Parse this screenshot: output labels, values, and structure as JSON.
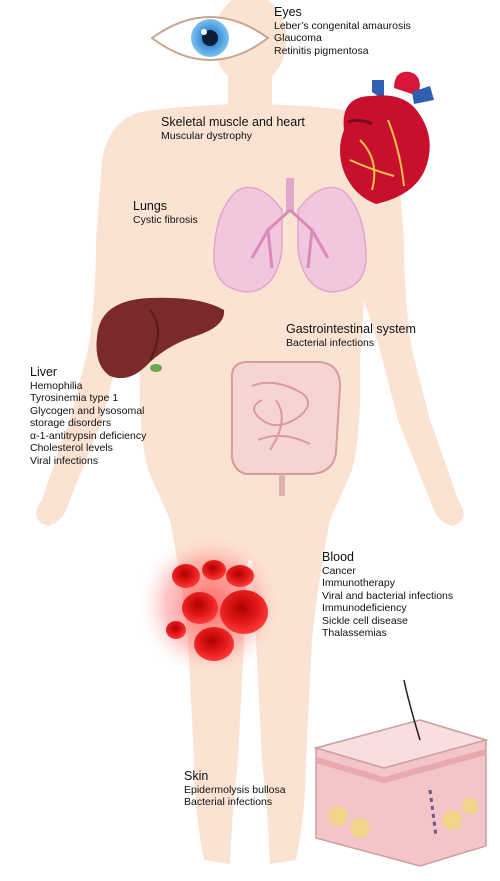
{
  "organs": {
    "eyes": {
      "title": "Eyes",
      "items": [
        "Leber’s congenital amaurosis",
        "Glaucoma",
        "Retinitis pigmentosa"
      ]
    },
    "muscle_heart": {
      "title": "Skeletal muscle and heart",
      "items": [
        "Muscular dystrophy"
      ]
    },
    "lungs": {
      "title": "Lungs",
      "items": [
        "Cystic fibrosis"
      ]
    },
    "gi": {
      "title": "Gastrointestinal system",
      "items": [
        "Bacterial infections"
      ]
    },
    "liver": {
      "title": "Liver",
      "items": [
        "Hemophilia",
        "Tyrosinemia type 1",
        "Glycogen and lysosomal",
        "storage disorders",
        "α-1-antitrypsin deficiency",
        "Cholesterol levels",
        "Viral infections"
      ]
    },
    "blood": {
      "title": "Blood",
      "items": [
        "Cancer",
        "Immunotherapy",
        "Viral and bacterial infections",
        "Immunodeficiency",
        "Sickle cell disease",
        "Thalassemias"
      ]
    },
    "skin": {
      "title": "Skin",
      "items": [
        "Epidermolysis bullosa",
        "Bacterial infections"
      ]
    }
  },
  "colors": {
    "body": "#fbe3d3",
    "eye_iris": "#3a8fd8",
    "heart": "#c8102e",
    "lungs": "#f3c6e0",
    "liver": "#7a2a2a",
    "intestine": "#f7d4d4",
    "blood": "#e01010",
    "skin": "#f4c5c8"
  }
}
